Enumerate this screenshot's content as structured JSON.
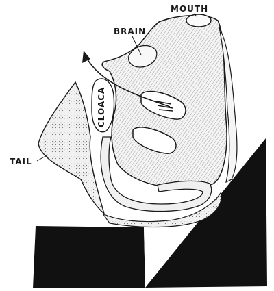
{
  "labels": {
    "mouth": "MOUTH",
    "brain": "BRAIN",
    "cloaca": "CLOACA",
    "tail": "TAIL"
  },
  "colors": {
    "ink": "#1a1a1a",
    "paper": "#ffffff",
    "tissue": "#e9e9e9",
    "support": "#111111"
  }
}
